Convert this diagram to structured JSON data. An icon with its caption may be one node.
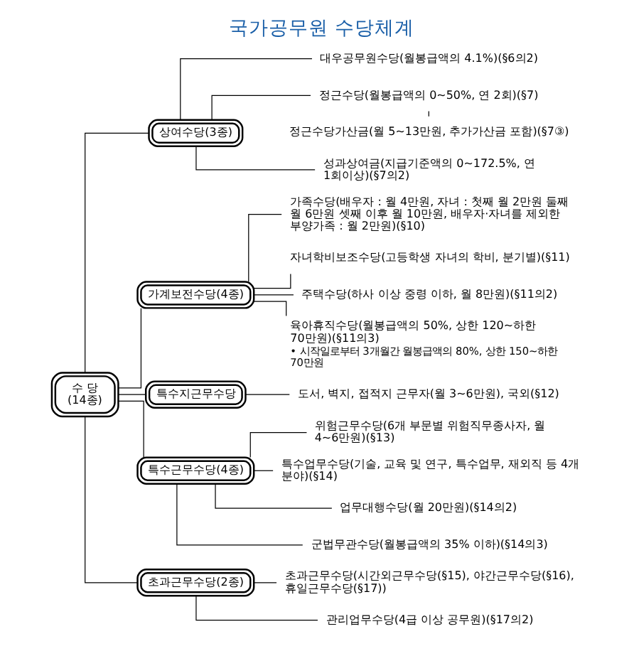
{
  "diagram": {
    "title": "국가공무원 수당체계",
    "nodes": [
      {
        "text": [
          "수 당 (14종)"
        ]
      },
      {
        "text": [
          "상여수당(3종)"
        ]
      },
      {
        "text": [
          "대우공무원수당(월봉급액의 4.1%)(§6의2)"
        ]
      },
      {
        "text": [
          "정근수당(월봉급액의 0~50%, 연 2회)(§7)"
        ]
      },
      {
        "text": [
          "정근수당가산금(월 5~13만원, 추가가산금 포함)(§7③)"
        ]
      },
      {
        "text": [
          "성과상여금(지급기준액의 0~172.5%, 연 1회이상)(§7의2)"
        ]
      },
      {
        "text": [
          "가계보전수당(4종)"
        ]
      },
      {
        "text": [
          "가족수당(배우자 : 월 4만원, 자녀 : 첫째 월 2만원 둘째 월 6만원 셋째 이후 월 10만원, 배우자·자녀를 제외한 부양가족 : 월 2만원)(§10)"
        ]
      },
      {
        "text": [
          "자녀학비보조수당(고등학생 자녀의 학비, 분기별)(§11)"
        ]
      },
      {
        "text": [
          "주택수당(하사 이상 중령 이하, 월 8만원)(§11의2)"
        ]
      },
      {
        "text": [
          "육아휴직수당(월봉급액의 50%, 상한 120~하한 70만원)(§11의3)"
        ],
        "beside": [
          "• 시작일로부터 3개월간 월봉급액의 80%, 상한 150~하한 70만원"
        ]
      },
      {
        "text": [
          "특수지근무수당"
        ]
      },
      {
        "text": [
          "도서, 벽지, 접적지 근무자(월 3~6만원), 국외(§12)"
        ]
      },
      {
        "text": [
          "특수근무수당(4종)"
        ]
      },
      {
        "text": [
          "위험근무수당(6개 부문별 위험직무종사자, 월 4~6만원)(§13)"
        ]
      },
      {
        "text": [
          "특수업무수당(기술, 교육 및 연구, 특수업무, 재외직 등 4개 분야)(§14)"
        ]
      },
      {
        "text": [
          "업무대행수당(월 20만원)(§14의2)"
        ]
      },
      {
        "text": [
          "군법무관수당(월봉급액의 35% 이하)(§14의3)"
        ]
      },
      {
        "text": [
          "초과근무수당(2종)"
        ]
      },
      {
        "text": [
          "초과근무수당(시간외근무수당(§15), 야간근무수당(§16), 휴일근무수당(§17))"
        ]
      },
      {
        "text": [
          "관리업무수당(4급 이상 공무원)(§17의2)"
        ]
      }
    ],
    "edges": [
      {
        "from": 0,
        "to": 1,
        "arrow": "none"
      },
      {
        "from": 1,
        "to": 2,
        "arrow": "none"
      },
      {
        "from": 1,
        "to": 3,
        "arrow": "none"
      },
      {
        "from": 3,
        "to": 4,
        "arrow": "none"
      },
      {
        "from": 1,
        "to": 5,
        "arrow": "none"
      },
      {
        "from": 0,
        "to": 6,
        "arrow": "none"
      },
      {
        "from": 6,
        "to": 7,
        "arrow": "none"
      },
      {
        "from": 6,
        "to": 8,
        "arrow": "none"
      },
      {
        "from": 6,
        "to": 9,
        "arrow": "none"
      },
      {
        "from": 6,
        "to": 10,
        "arrow": "none"
      },
      {
        "from": 0,
        "to": 11,
        "arrow": "none"
      },
      {
        "from": 11,
        "to": 12,
        "arrow": "none"
      },
      {
        "from": 0,
        "to": 13,
        "arrow": "none"
      },
      {
        "from": 13,
        "to": 14,
        "arrow": "none"
      },
      {
        "from": 13,
        "to": 15,
        "arrow": "none"
      },
      {
        "from": 13,
        "to": 16,
        "arrow": "none"
      },
      {
        "from": 13,
        "to": 17,
        "arrow": "none"
      },
      {
        "from": 0,
        "to": 18,
        "arrow": "none"
      },
      {
        "from": 18,
        "to": 19,
        "arrow": "none"
      },
      {
        "from": 18,
        "to": 20,
        "arrow": "none"
      }
    ]
  }
}
